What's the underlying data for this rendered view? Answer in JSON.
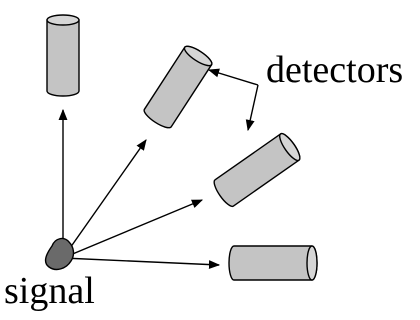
{
  "labels": {
    "detectors": "detectors",
    "signal": "signal"
  },
  "colors": {
    "cylinder_fill": "#c4c4c4",
    "cylinder_cap": "#d6d6d6",
    "source_fill": "#6a6a6a",
    "stroke": "#000000",
    "background": "#ffffff"
  },
  "elements": {
    "detector_count": 4,
    "source_shape": "irregular-blob",
    "detector_shape": "cylinder"
  }
}
